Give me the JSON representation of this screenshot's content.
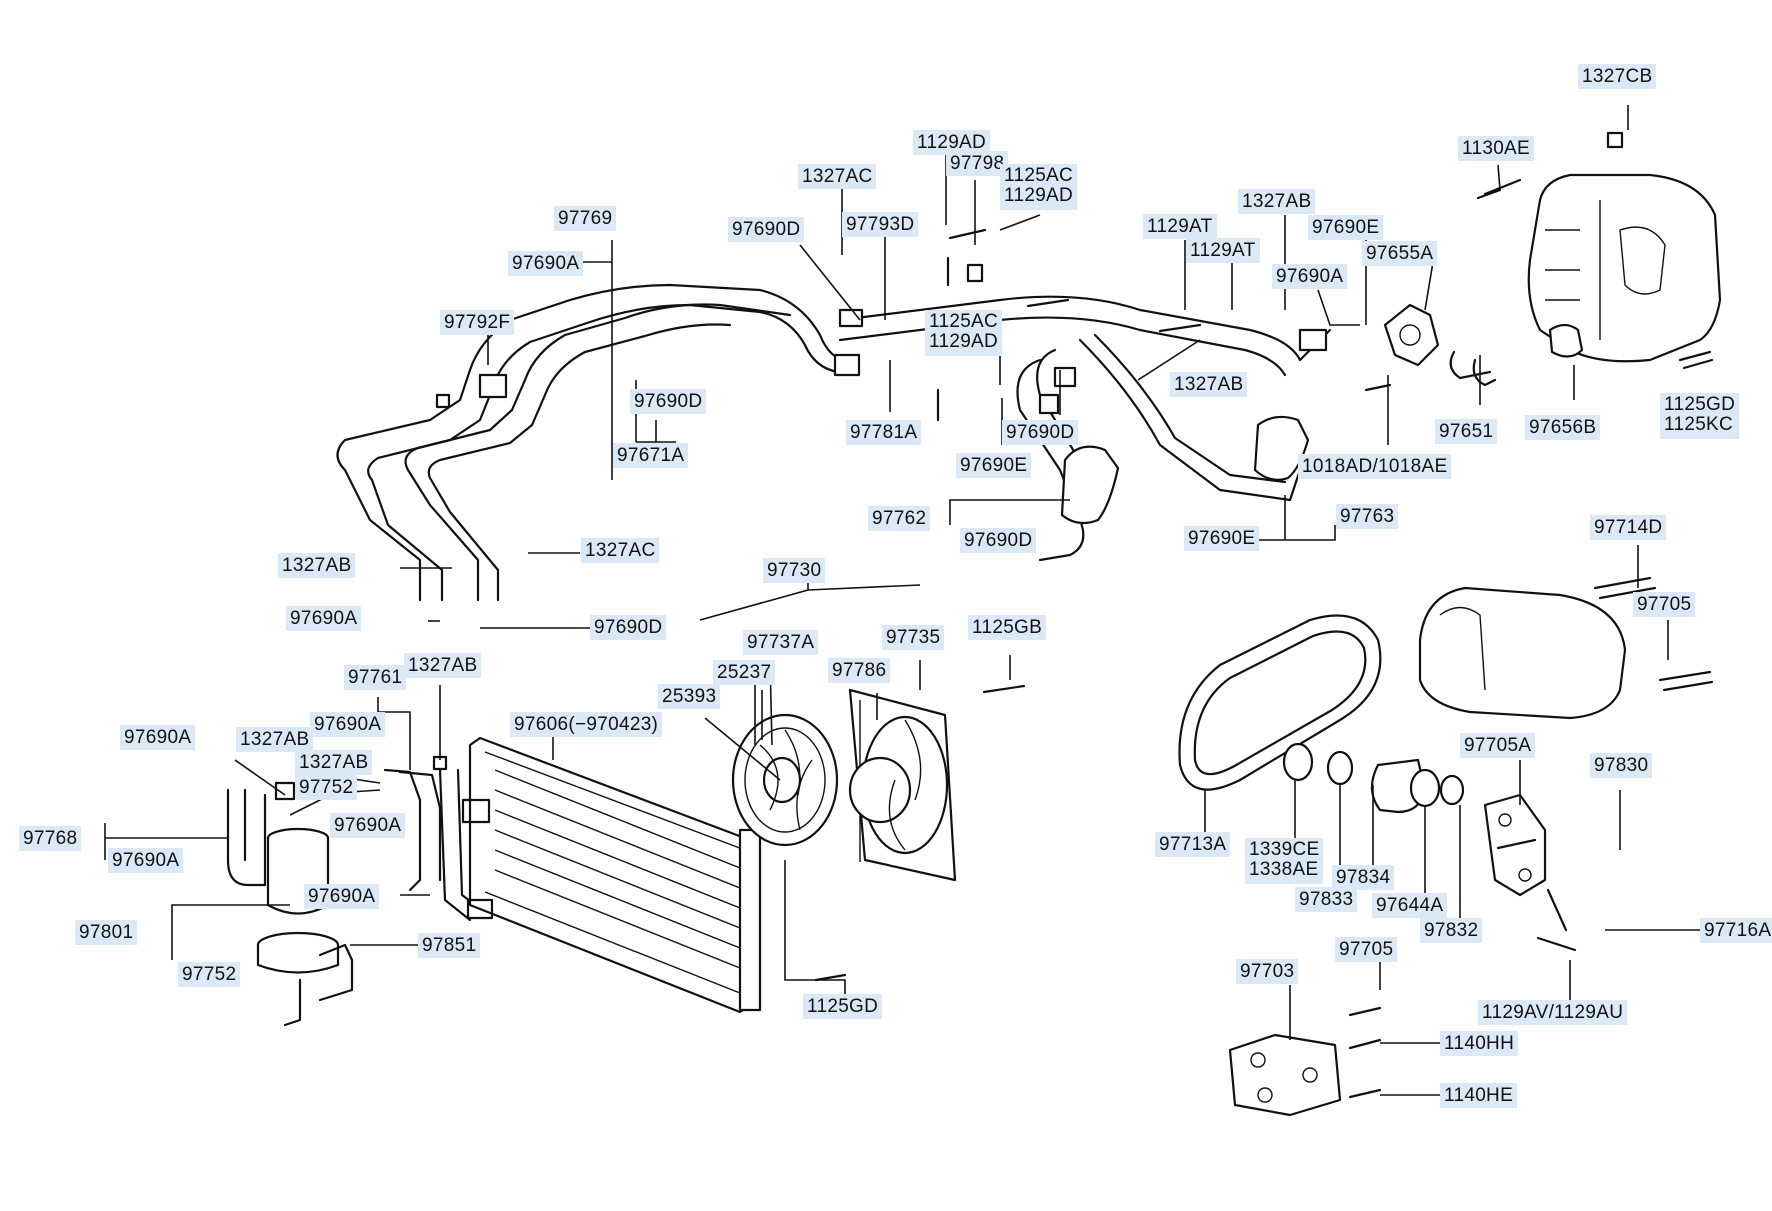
{
  "callouts": [
    {
      "id": "c1327CB",
      "text": "1327CB"
    },
    {
      "id": "c1130AE",
      "text": "1130AE"
    },
    {
      "id": "c1129AD_a",
      "text": "1129AD"
    },
    {
      "id": "c97798",
      "text": "97798"
    },
    {
      "id": "c1327AC_a",
      "text": "1327AC"
    },
    {
      "id": "c1125AC_1129AD_a",
      "text": "1125AC\n1129AD"
    },
    {
      "id": "c1327AB_a",
      "text": "1327AB"
    },
    {
      "id": "c97769",
      "text": "97769"
    },
    {
      "id": "c97690D_a",
      "text": "97690D"
    },
    {
      "id": "c97793D",
      "text": "97793D"
    },
    {
      "id": "c1129AT_a",
      "text": "1129AT"
    },
    {
      "id": "c97690E_a",
      "text": "97690E"
    },
    {
      "id": "c1129AT_b",
      "text": "1129AT"
    },
    {
      "id": "c97655A",
      "text": "97655A"
    },
    {
      "id": "c97690A_a",
      "text": "97690A"
    },
    {
      "id": "c97690A_b",
      "text": "97690A"
    },
    {
      "id": "c97792F",
      "text": "97792F"
    },
    {
      "id": "c1125AC_1129AD_b",
      "text": "1125AC\n1129AD"
    },
    {
      "id": "c1327AB_b",
      "text": "1327AB"
    },
    {
      "id": "c97690D_b",
      "text": "97690D"
    },
    {
      "id": "c1125GD_1125KC",
      "text": "1125GD\n1125KC"
    },
    {
      "id": "c97781A",
      "text": "97781A"
    },
    {
      "id": "c97690D_c",
      "text": "97690D"
    },
    {
      "id": "c97651",
      "text": "97651"
    },
    {
      "id": "c97656B",
      "text": "97656B"
    },
    {
      "id": "c97671A",
      "text": "97671A"
    },
    {
      "id": "c97690E_b",
      "text": "97690E"
    },
    {
      "id": "c1018AD_1018AE",
      "text": "1018AD/1018AE"
    },
    {
      "id": "c97762",
      "text": "97762"
    },
    {
      "id": "c97763",
      "text": "97763"
    },
    {
      "id": "c97690D_d",
      "text": "97690D"
    },
    {
      "id": "c97690E_c",
      "text": "97690E"
    },
    {
      "id": "c97714D",
      "text": "97714D"
    },
    {
      "id": "c1327AB_c",
      "text": "1327AB"
    },
    {
      "id": "c1327AC_b",
      "text": "1327AC"
    },
    {
      "id": "c97730",
      "text": "97730"
    },
    {
      "id": "c97705_a",
      "text": "97705"
    },
    {
      "id": "c97690A_c",
      "text": "97690A"
    },
    {
      "id": "c97690D_e",
      "text": "97690D"
    },
    {
      "id": "c1125GB",
      "text": "1125GB"
    },
    {
      "id": "c97737A",
      "text": "97737A"
    },
    {
      "id": "c97735",
      "text": "97735"
    },
    {
      "id": "c1327AB_d",
      "text": "1327AB"
    },
    {
      "id": "c97761",
      "text": "97761"
    },
    {
      "id": "c25237",
      "text": "25237"
    },
    {
      "id": "c97786",
      "text": "97786"
    },
    {
      "id": "c25393",
      "text": "25393"
    },
    {
      "id": "c97690A_d",
      "text": "97690A"
    },
    {
      "id": "c97606",
      "text": "97606(−970423)"
    },
    {
      "id": "c97690A_e",
      "text": "97690A"
    },
    {
      "id": "c1327AB_e",
      "text": "1327AB"
    },
    {
      "id": "c1327AB_f",
      "text": "1327AB"
    },
    {
      "id": "c97752_a",
      "text": "97752"
    },
    {
      "id": "c97705A",
      "text": "97705A"
    },
    {
      "id": "c97830",
      "text": "97830"
    },
    {
      "id": "c97768",
      "text": "97768"
    },
    {
      "id": "c97690A_f",
      "text": "97690A"
    },
    {
      "id": "c97690A_g",
      "text": "97690A"
    },
    {
      "id": "c97713A",
      "text": "97713A"
    },
    {
      "id": "c1339CE_1338AE",
      "text": "1339CE\n1338AE"
    },
    {
      "id": "c97834",
      "text": "97834"
    },
    {
      "id": "c97833",
      "text": "97833"
    },
    {
      "id": "c97644A",
      "text": "97644A"
    },
    {
      "id": "c97690A_h",
      "text": "97690A"
    },
    {
      "id": "c97716A",
      "text": "97716A"
    },
    {
      "id": "c97801",
      "text": "97801"
    },
    {
      "id": "c97832",
      "text": "97832"
    },
    {
      "id": "c97851",
      "text": "97851"
    },
    {
      "id": "c97752_b",
      "text": "97752"
    },
    {
      "id": "c97705_b",
      "text": "97705"
    },
    {
      "id": "c97703",
      "text": "97703"
    },
    {
      "id": "c1125GD",
      "text": "1125GD"
    },
    {
      "id": "c1129AV_1129AU",
      "text": "1129AV/1129AU"
    },
    {
      "id": "c1140HH",
      "text": "1140HH"
    },
    {
      "id": "c1140HE",
      "text": "1140HE"
    }
  ]
}
